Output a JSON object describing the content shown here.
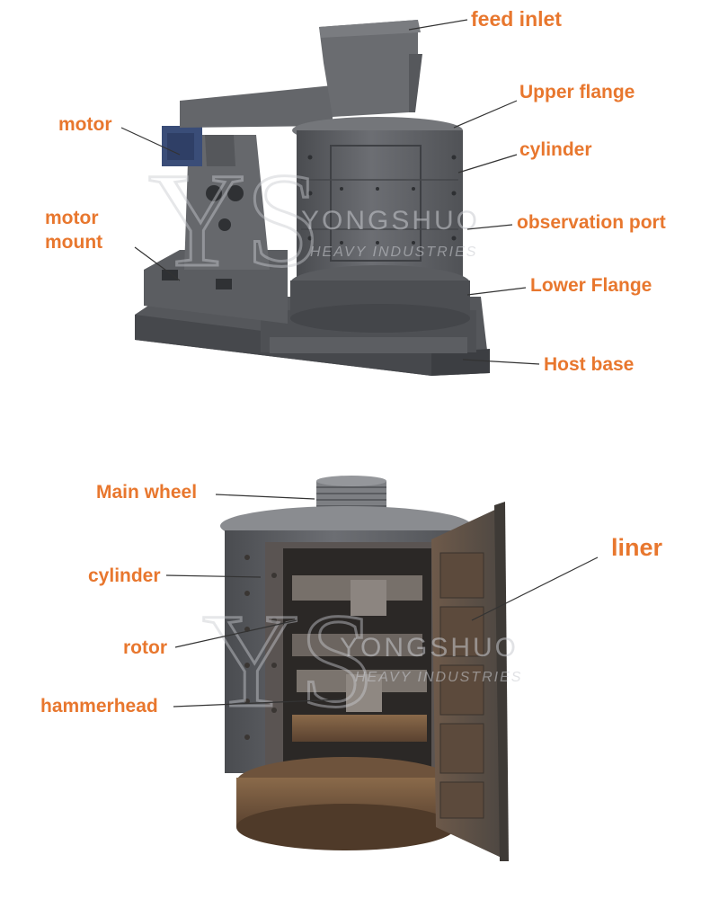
{
  "top_figure": {
    "labels": {
      "feed_inlet": "feed inlet",
      "upper_flange": "Upper flange",
      "motor": "motor",
      "cylinder": "cylinder",
      "motor_mount": "motor\nmount",
      "observation_port": "observation port",
      "lower_flange": "Lower Flange",
      "host_base": "Host base"
    },
    "watermark": {
      "brand": "YONGSHUO",
      "sub": "HEAVY INDUSTRIES"
    }
  },
  "bottom_figure": {
    "labels": {
      "main_wheel": "Main wheel",
      "liner": "liner",
      "cylinder": "cylinder",
      "rotor": "rotor",
      "hammerhead": "hammerhead"
    },
    "watermark": {
      "brand": "YONGSHUO",
      "sub": "HEAVY INDUSTRIES"
    }
  },
  "colors": {
    "label": "#e8772e",
    "steel_gray": "#5f6166",
    "motor_blue": "#3a4d78",
    "rust": "#7a5338"
  }
}
